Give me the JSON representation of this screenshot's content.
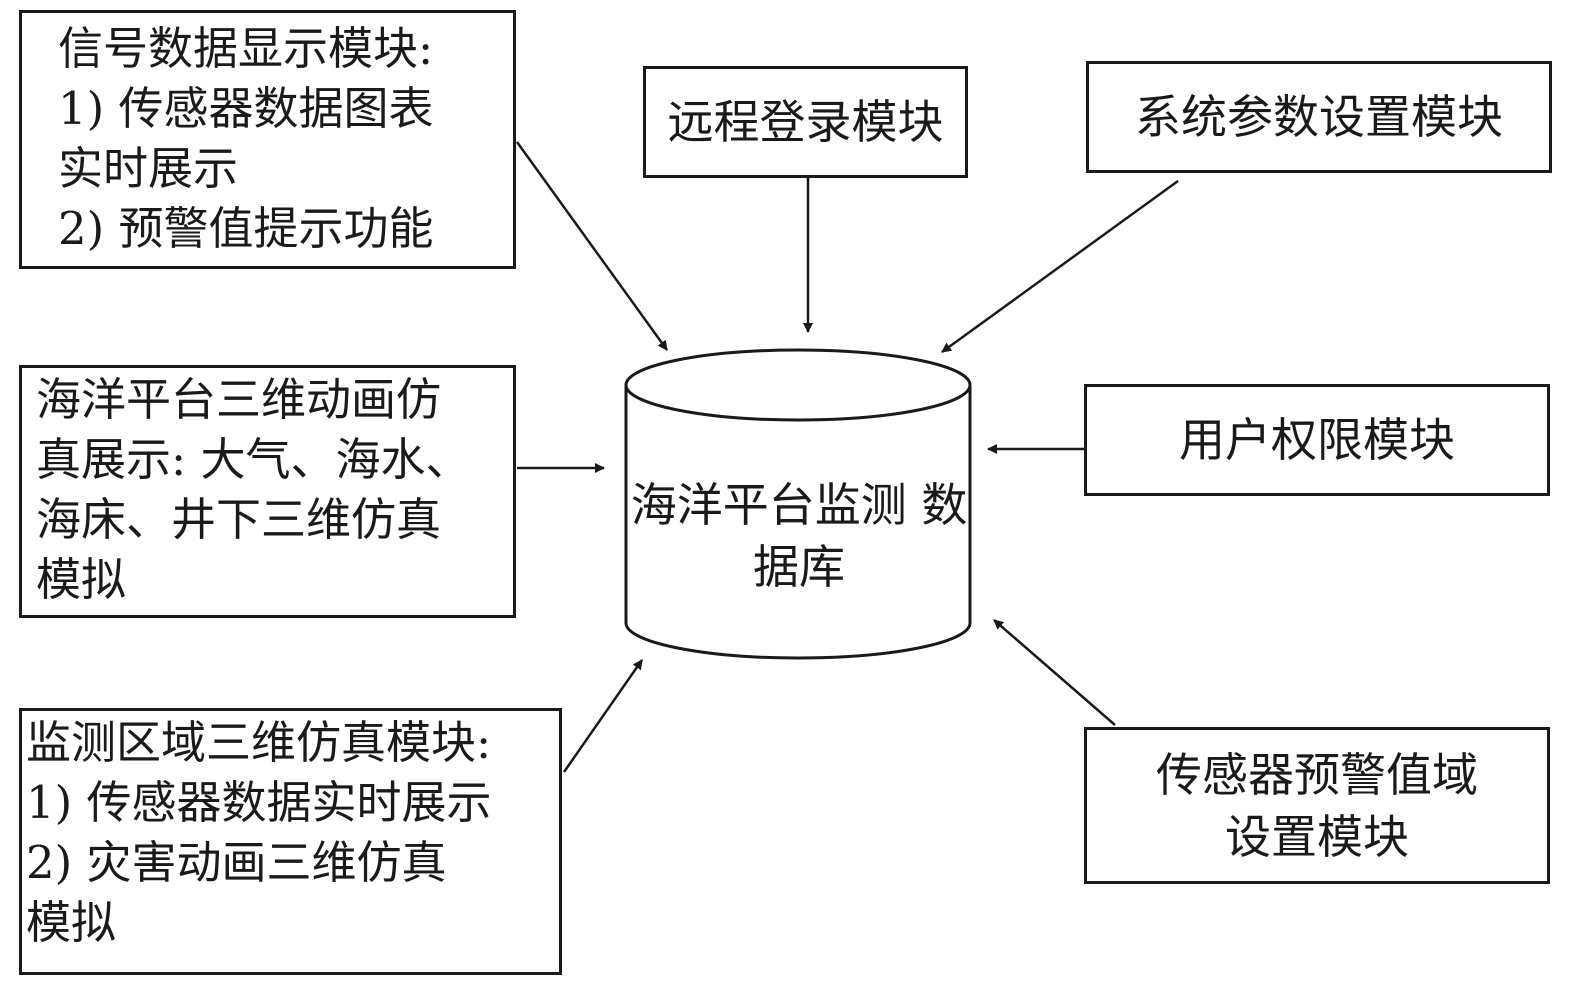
{
  "center_db": {
    "lines": [
      "海洋平台监测",
      "数据库"
    ]
  },
  "modules": {
    "signal_display": {
      "lines": [
        "信号数据显示模块:",
        "1) 传感器数据图表",
        "实时展示",
        "2) 预警值提示功能"
      ]
    },
    "remote_login": {
      "lines": [
        "远程登录模块"
      ]
    },
    "system_params": {
      "lines": [
        "系统参数设置模块"
      ]
    },
    "animation_sim": {
      "lines": [
        "海洋平台三维动画仿",
        "真展示: 大气、海水、",
        "海床、井下三维仿真",
        "模拟"
      ]
    },
    "user_permission": {
      "lines": [
        "用户权限模块"
      ]
    },
    "region_sim": {
      "lines": [
        "监测区域三维仿真模块:",
        "1) 传感器数据实时展示",
        "2) 灾害动画三维仿真",
        "模拟"
      ]
    },
    "sensor_threshold": {
      "lines": [
        "传感器预警值域",
        "设置模块"
      ]
    }
  }
}
